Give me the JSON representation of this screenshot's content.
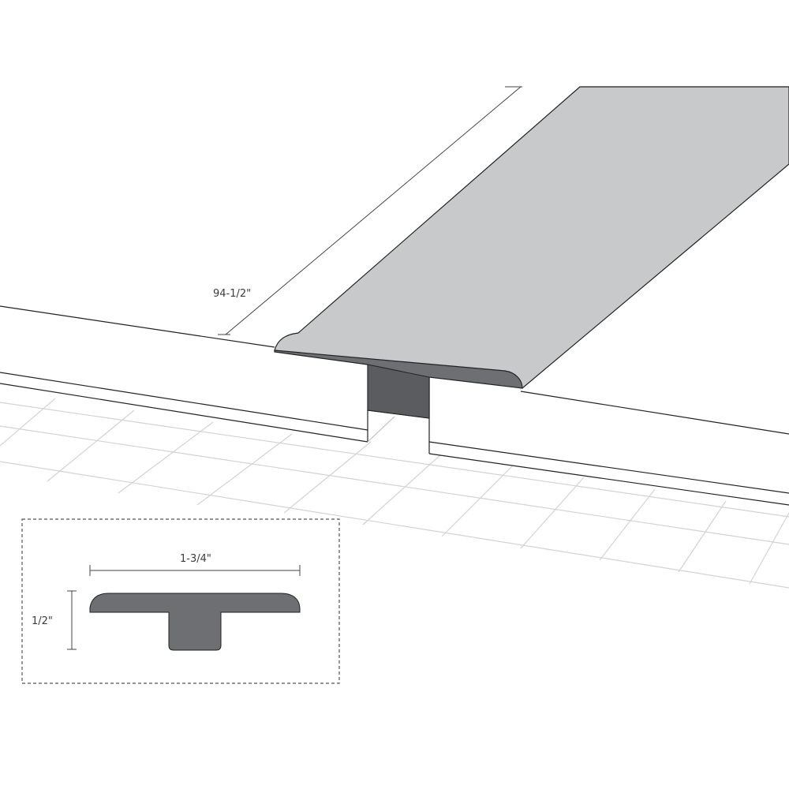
{
  "dimensions": {
    "length": "94-1/2\"",
    "width": "1-3/4\"",
    "height": "1/2\""
  },
  "colors": {
    "molding_top": "#c8c9cb",
    "molding_profile": "#6e6f73",
    "molding_shadow": "#5b5c60",
    "outline": "#222222",
    "grid": "#d3d3d3",
    "dim_line": "#444444",
    "inset_border": "#555555"
  }
}
